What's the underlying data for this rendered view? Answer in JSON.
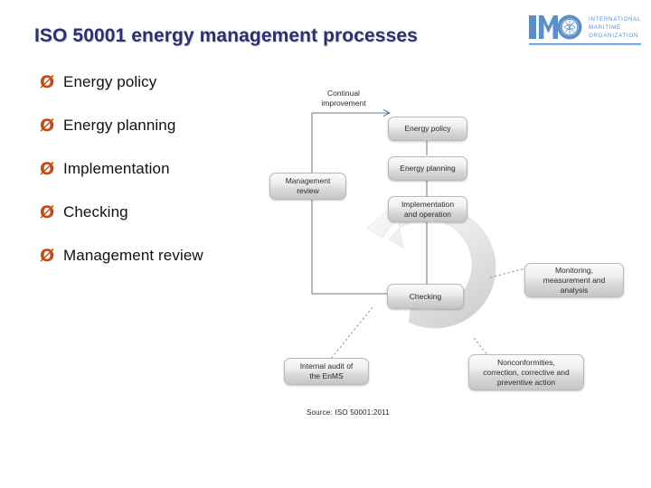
{
  "slide": {
    "title": "ISO 50001 energy management processes",
    "title_color": "#2e2f6e",
    "background": "#ffffff"
  },
  "logo": {
    "wordmark": "IMO",
    "line1": "INTERNATIONAL",
    "line2": "MARITIME",
    "line3": "ORGANIZATION",
    "color": "#5b8fc9"
  },
  "bullets": {
    "marker": "Ø",
    "marker_color": "#c0501a",
    "items": [
      {
        "label": "Energy policy"
      },
      {
        "label": "Energy planning"
      },
      {
        "label": "Implementation"
      },
      {
        "label": "Checking"
      },
      {
        "label": "Management review"
      }
    ]
  },
  "diagram": {
    "continual_improvement_label": "Continual\nimprovement",
    "continual_improvement_line1": "Continual",
    "continual_improvement_line2": "improvement",
    "boxes": [
      {
        "id": "energy-policy",
        "label": "Energy policy"
      },
      {
        "id": "energy-planning",
        "label": "Energy planning"
      },
      {
        "id": "implementation-and-operation",
        "label": "Implementation\nand operation"
      },
      {
        "id": "implementation-line1",
        "label": "Implementation"
      },
      {
        "id": "implementation-line2",
        "label": "and operation"
      },
      {
        "id": "management-review",
        "label": "Management\nreview"
      },
      {
        "id": "management-review-line1",
        "label": "Management"
      },
      {
        "id": "management-review-line2",
        "label": "review"
      },
      {
        "id": "checking",
        "label": "Checking"
      },
      {
        "id": "internal-audit",
        "label": "Internal audit of\nthe EnMS"
      },
      {
        "id": "internal-audit-line1",
        "label": "Internal audit of"
      },
      {
        "id": "internal-audit-line2",
        "label": "the EnMS"
      },
      {
        "id": "monitoring",
        "label": "Monitoring,\nmeasurement and\nanalysis"
      },
      {
        "id": "monitoring-line1",
        "label": "Monitoring,"
      },
      {
        "id": "monitoring-line2",
        "label": "measurement and"
      },
      {
        "id": "monitoring-line3",
        "label": "analysis"
      },
      {
        "id": "nonconformities",
        "label": "Nonconformities,\ncorrection, corrective and\npreventive action"
      },
      {
        "id": "nonconformities-line1",
        "label": "Nonconformities,"
      },
      {
        "id": "nonconformities-line2",
        "label": "correction, corrective and"
      },
      {
        "id": "nonconformities-line3",
        "label": "preventive action"
      }
    ],
    "cycle_arrow": "counter-clockwise-ring-arrow",
    "box_fill": "#e2e2e2",
    "connector_color": "#6d7f8e"
  },
  "source": {
    "text": "Source: ISO 50001:2011"
  }
}
